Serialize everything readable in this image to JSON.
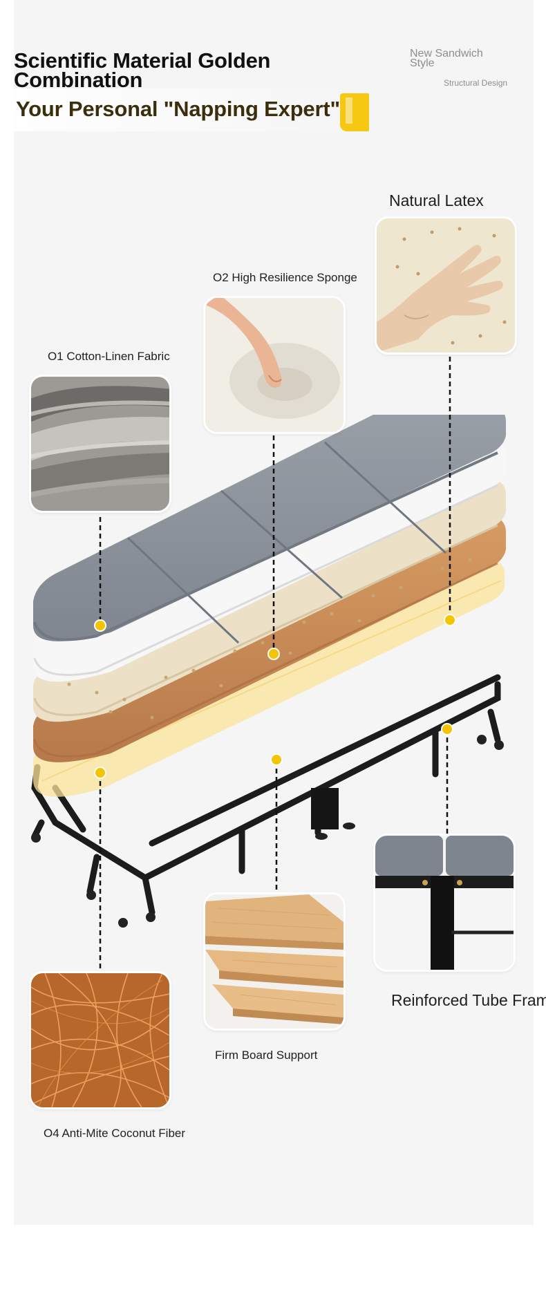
{
  "header": {
    "title_line1": "Scientific Material Golden",
    "title_line2": "Combination",
    "subtitle": "Your Personal \"Napping Expert\"",
    "side_title": "New Sandwich Style",
    "side_subtitle": "Structural Design"
  },
  "layers": [
    {
      "label": "O1 Cotton-Linen Fabric"
    },
    {
      "label": "O2 High Resilience Sponge"
    },
    {
      "label": "Natural Latex"
    },
    {
      "label": "O4 Anti-Mite Coconut Fiber"
    },
    {
      "label": "Firm Board Support"
    },
    {
      "label": "Reinforced Tube Frame"
    }
  ],
  "colors": {
    "accent_yellow": "#f5c400",
    "fabric_gray": "#8a9099",
    "title_brown": "#3b2e0c"
  }
}
